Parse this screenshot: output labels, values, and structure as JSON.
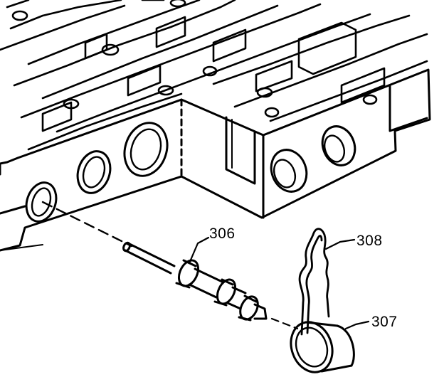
{
  "callouts": [
    {
      "id": "shaft",
      "text": "306"
    },
    {
      "id": "clip",
      "text": "308"
    },
    {
      "id": "plug",
      "text": "307"
    }
  ]
}
